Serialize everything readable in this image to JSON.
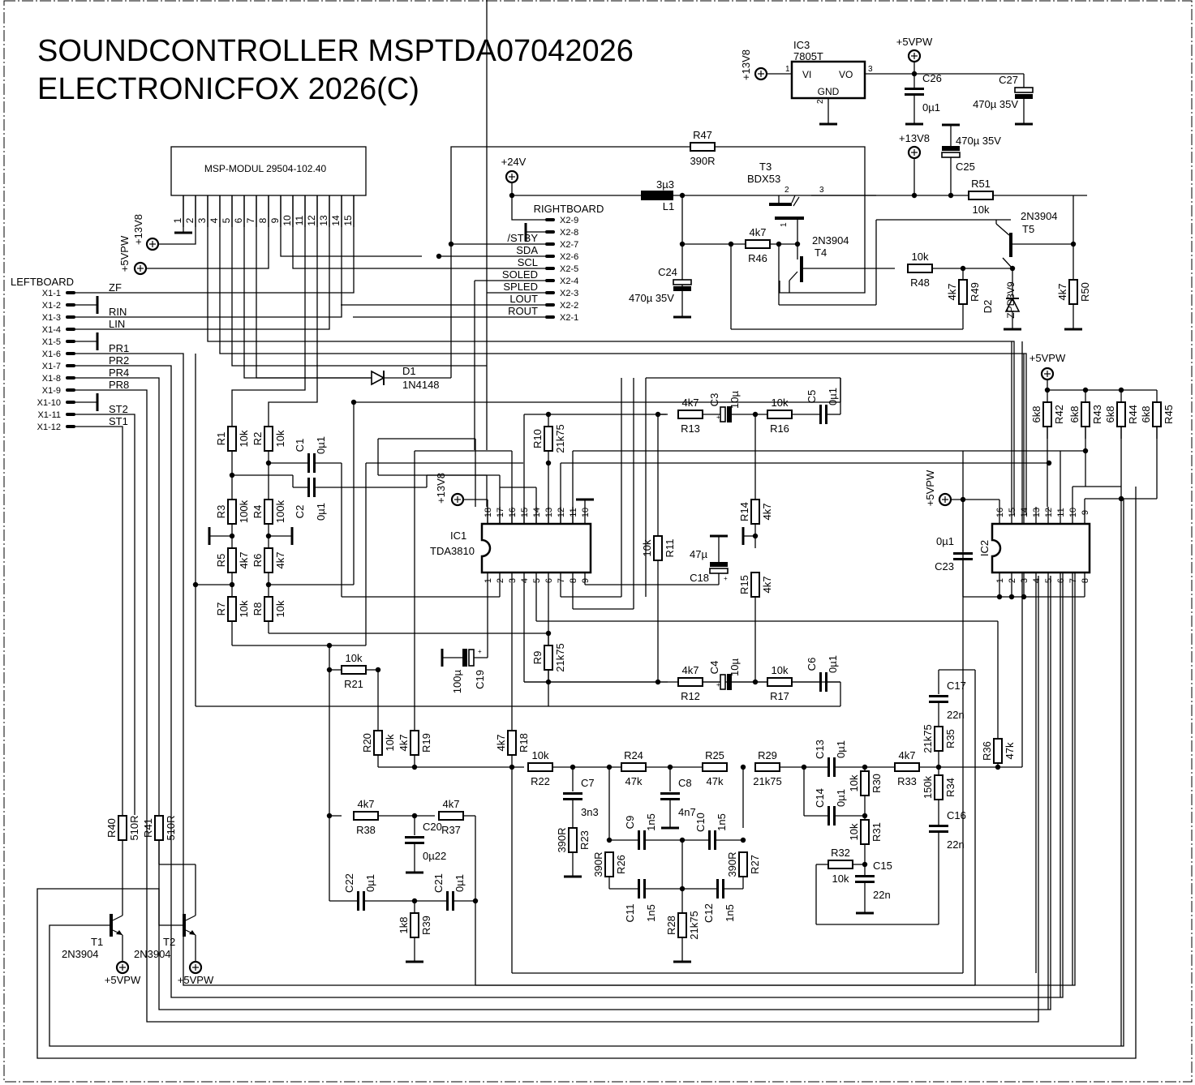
{
  "title": {
    "line1": "SOUNDCONTROLLER MSPTDA07042026",
    "line2": "ELECTRONICFOX 2026(C)"
  },
  "colors": {
    "ink": "#000000",
    "paper": "#ffffff"
  },
  "modules": {
    "msp": {
      "ref": "MSP-MODUL",
      "label": "MSP-MODUL 29504-102.40",
      "pins": [
        "1",
        "2",
        "3",
        "4",
        "5",
        "6",
        "7",
        "8",
        "9",
        "10",
        "11",
        "12",
        "13",
        "14",
        "15"
      ]
    },
    "ic1": {
      "ref": "IC1",
      "part": "TDA3810",
      "pins_top": [
        "18",
        "17",
        "16",
        "15",
        "14",
        "13",
        "12",
        "11",
        "10"
      ],
      "pins_bottom": [
        "1",
        "2",
        "3",
        "4",
        "5",
        "6",
        "7",
        "8",
        "9"
      ]
    },
    "ic2": {
      "ref": "IC2",
      "part": "",
      "pins_top": [
        "16",
        "15",
        "14",
        "13",
        "12",
        "11",
        "10",
        "9"
      ],
      "pins_bottom": [
        "1",
        "2",
        "3",
        "4",
        "5",
        "6",
        "7",
        "8"
      ]
    },
    "ic3": {
      "ref": "IC3",
      "part": "7805T",
      "vi": "VI",
      "vo": "VO",
      "gnd": "GND",
      "pin_in": "1",
      "pin_gnd": "2",
      "pin_out": "3"
    }
  },
  "connectors": {
    "leftboard": {
      "title": "LEFTBOARD",
      "pins": [
        {
          "id": "X1-1",
          "net": "ZF"
        },
        {
          "id": "X1-2",
          "net": ""
        },
        {
          "id": "X1-3",
          "net": "RIN"
        },
        {
          "id": "X1-4",
          "net": "LIN"
        },
        {
          "id": "X1-5",
          "net": ""
        },
        {
          "id": "X1-6",
          "net": "PR1"
        },
        {
          "id": "X1-7",
          "net": "PR2"
        },
        {
          "id": "X1-8",
          "net": "PR4"
        },
        {
          "id": "X1-9",
          "net": "PR8"
        },
        {
          "id": "X1-10",
          "net": ""
        },
        {
          "id": "X1-11",
          "net": "ST2"
        },
        {
          "id": "X1-12",
          "net": "ST1"
        }
      ]
    },
    "rightboard": {
      "title": "RIGHTBOARD",
      "pins": [
        {
          "id": "X2-9",
          "net": ""
        },
        {
          "id": "X2-8",
          "net": ""
        },
        {
          "id": "X2-7",
          "net": "/STBY"
        },
        {
          "id": "X2-6",
          "net": "SDA"
        },
        {
          "id": "X2-5",
          "net": "SCL"
        },
        {
          "id": "X2-4",
          "net": "SOLED"
        },
        {
          "id": "X2-3",
          "net": "SPLED"
        },
        {
          "id": "X2-2",
          "net": "LOUT"
        },
        {
          "id": "X2-1",
          "net": "ROUT"
        }
      ]
    }
  },
  "supplies": [
    {
      "id": "s1",
      "label": "+13V8"
    },
    {
      "id": "s2",
      "label": "+5VPW"
    },
    {
      "id": "s3",
      "label": "+13V8"
    },
    {
      "id": "s4",
      "label": "+5VPW"
    },
    {
      "id": "s5",
      "label": "+24V"
    },
    {
      "id": "s6",
      "label": "+13V8"
    },
    {
      "id": "s7",
      "label": "+13V8"
    },
    {
      "id": "s8",
      "label": "+5VPW"
    },
    {
      "id": "s9",
      "label": "+5VPW"
    },
    {
      "id": "s10",
      "label": "+5VPW"
    },
    {
      "id": "s11",
      "label": "+5VPW"
    }
  ],
  "resistors": [
    {
      "ref": "R1",
      "value": "10k"
    },
    {
      "ref": "R2",
      "value": "10k"
    },
    {
      "ref": "R3",
      "value": "100k"
    },
    {
      "ref": "R4",
      "value": "100k"
    },
    {
      "ref": "R5",
      "value": "4k7"
    },
    {
      "ref": "R6",
      "value": "4k7"
    },
    {
      "ref": "R7",
      "value": "10k"
    },
    {
      "ref": "R8",
      "value": "10k"
    },
    {
      "ref": "R9",
      "value": "21k75"
    },
    {
      "ref": "R10",
      "value": "21k75"
    },
    {
      "ref": "R11",
      "value": "10k"
    },
    {
      "ref": "R12",
      "value": "4k7"
    },
    {
      "ref": "R13",
      "value": "4k7"
    },
    {
      "ref": "R14",
      "value": "4k7"
    },
    {
      "ref": "R15",
      "value": "4k7"
    },
    {
      "ref": "R16",
      "value": "10k"
    },
    {
      "ref": "R17",
      "value": "10k"
    },
    {
      "ref": "R18",
      "value": "4k7"
    },
    {
      "ref": "R19",
      "value": "4k7"
    },
    {
      "ref": "R20",
      "value": "10k"
    },
    {
      "ref": "R21",
      "value": "10k"
    },
    {
      "ref": "R22",
      "value": "10k"
    },
    {
      "ref": "R23",
      "value": "390R"
    },
    {
      "ref": "R24",
      "value": "47k"
    },
    {
      "ref": "R25",
      "value": "47k"
    },
    {
      "ref": "R26",
      "value": "390R"
    },
    {
      "ref": "R27",
      "value": "390R"
    },
    {
      "ref": "R28",
      "value": "21k75"
    },
    {
      "ref": "R29",
      "value": "21k75"
    },
    {
      "ref": "R30",
      "value": "10k"
    },
    {
      "ref": "R31",
      "value": "10k"
    },
    {
      "ref": "R32",
      "value": "10k"
    },
    {
      "ref": "R33",
      "value": "4k7"
    },
    {
      "ref": "R34",
      "value": "150k"
    },
    {
      "ref": "R35",
      "value": "21k75"
    },
    {
      "ref": "R36",
      "value": "47k"
    },
    {
      "ref": "R37",
      "value": "4k7"
    },
    {
      "ref": "R38",
      "value": "4k7"
    },
    {
      "ref": "R39",
      "value": "1k8"
    },
    {
      "ref": "R40",
      "value": "510R"
    },
    {
      "ref": "R41",
      "value": "510R"
    },
    {
      "ref": "R42",
      "value": "6k8"
    },
    {
      "ref": "R43",
      "value": "6k8"
    },
    {
      "ref": "R44",
      "value": "6k8"
    },
    {
      "ref": "R45",
      "value": "6k8"
    },
    {
      "ref": "R46",
      "value": "4k7"
    },
    {
      "ref": "R47",
      "value": "390R"
    },
    {
      "ref": "R48",
      "value": "10k"
    },
    {
      "ref": "R49",
      "value": "4k7"
    },
    {
      "ref": "R50",
      "value": "4k7"
    },
    {
      "ref": "R51",
      "value": "10k"
    }
  ],
  "capacitors": [
    {
      "ref": "C1",
      "value": "0µ1"
    },
    {
      "ref": "C2",
      "value": "0µ1"
    },
    {
      "ref": "C3",
      "value": "10µ"
    },
    {
      "ref": "C4",
      "value": "10µ"
    },
    {
      "ref": "C5",
      "value": "0µ1"
    },
    {
      "ref": "C6",
      "value": "0µ1"
    },
    {
      "ref": "C7",
      "value": "3n3"
    },
    {
      "ref": "C8",
      "value": "4n7"
    },
    {
      "ref": "C9",
      "value": "1n5"
    },
    {
      "ref": "C10",
      "value": "1n5"
    },
    {
      "ref": "C11",
      "value": "1n5"
    },
    {
      "ref": "C12",
      "value": "1n5"
    },
    {
      "ref": "C13",
      "value": "0µ1"
    },
    {
      "ref": "C14",
      "value": "0µ1"
    },
    {
      "ref": "C15",
      "value": "22n"
    },
    {
      "ref": "C16",
      "value": "22n"
    },
    {
      "ref": "C17",
      "value": "22n"
    },
    {
      "ref": "C18",
      "value": "47µ"
    },
    {
      "ref": "C19",
      "value": "100µ"
    },
    {
      "ref": "C20",
      "value": "0µ22"
    },
    {
      "ref": "C21",
      "value": "0µ1"
    },
    {
      "ref": "C22",
      "value": "0µ1"
    },
    {
      "ref": "C23",
      "value": "0µ1"
    },
    {
      "ref": "C24",
      "value": "470µ 35V"
    },
    {
      "ref": "C25",
      "value": "470µ 35V"
    },
    {
      "ref": "C26",
      "value": "0µ1"
    },
    {
      "ref": "C27",
      "value": "470µ 35V"
    }
  ],
  "semiconductors": [
    {
      "ref": "T1",
      "part": "2N3904"
    },
    {
      "ref": "T2",
      "part": "2N3904"
    },
    {
      "ref": "T3",
      "part": "BDX53",
      "pins": [
        "1",
        "2",
        "3"
      ]
    },
    {
      "ref": "T4",
      "part": "2N3904"
    },
    {
      "ref": "T5",
      "part": "2N3904"
    },
    {
      "ref": "D1",
      "part": "1N4148"
    },
    {
      "ref": "D2",
      "part": "ZPD3V9"
    }
  ],
  "inductors": [
    {
      "ref": "L1",
      "value": "3µ3"
    }
  ]
}
